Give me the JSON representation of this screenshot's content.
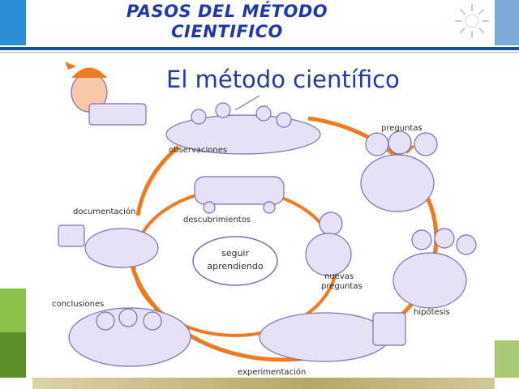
{
  "slide": {
    "title_line1": "PASOS DEL MÉTODO",
    "title_line2": "CIENTIFICO"
  },
  "diagram": {
    "heading": "El método científico",
    "center_line1": "seguir",
    "center_line2": "aprendiendo",
    "steps": {
      "observaciones": "observaciones",
      "preguntas": "preguntas",
      "hipotesis": "hipótesis",
      "experimentacion": "experimentación",
      "conclusiones": "conclusiones",
      "documentacion": "documentación",
      "descubrimientos": "descubrimientos",
      "nuevas_line1": "nuevas",
      "nuevas_line2": "preguntas"
    },
    "colors": {
      "cycle": "#f07a1f",
      "title": "#1f3aa8",
      "illustration": "#7a6fb4"
    }
  }
}
